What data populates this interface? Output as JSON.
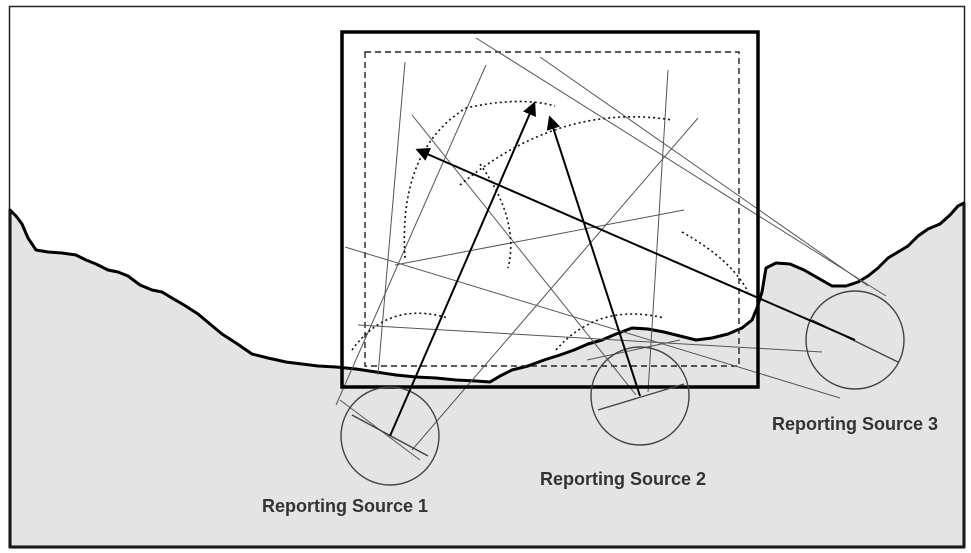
{
  "diagram": {
    "labels": {
      "source1": "Reporting Source 1",
      "source2": "Reporting Source 2",
      "source3": "Reporting Source 3"
    },
    "colors": {
      "background": "#ffffff",
      "terrain_fill": "#e4e4e4",
      "line": "#000000",
      "thin_line": "#555555",
      "label_text": "#333333"
    }
  }
}
